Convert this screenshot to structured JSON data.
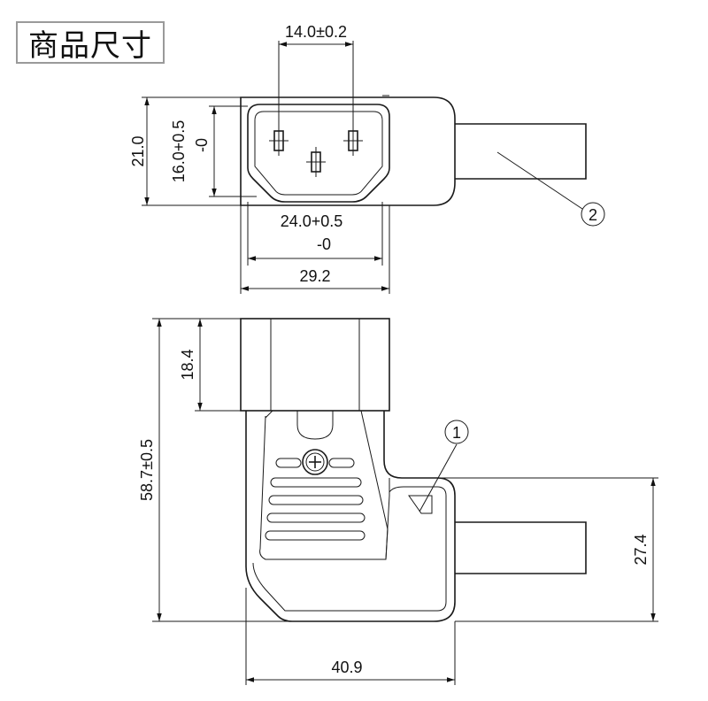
{
  "title": "商品尺寸",
  "top_view": {
    "dim_pin_spacing": "14.0±0.2",
    "dim_height_outer": "21.0",
    "dim_height_inner_a": "16.0+0.5",
    "dim_height_inner_b": "-0",
    "dim_width_inner_a": "24.0+0.5",
    "dim_width_inner_b": "-0",
    "dim_width_outer": "29.2",
    "callout": "2"
  },
  "side_view": {
    "dim_top_height": "18.4",
    "dim_total_height": "58.7±0.5",
    "dim_cable_height": "27.4",
    "dim_total_width": "40.9",
    "callout": "1"
  }
}
